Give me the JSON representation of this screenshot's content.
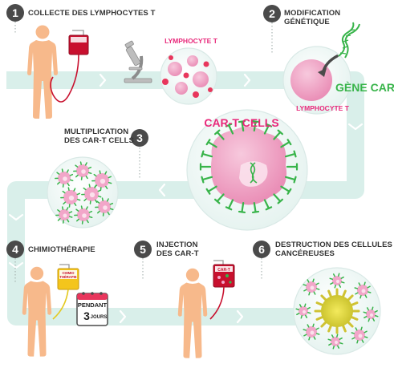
{
  "steps": [
    {
      "number": "1",
      "lines": [
        "COLLECTE DES LYMPHOCYTES T"
      ]
    },
    {
      "number": "2",
      "lines": [
        "MODIFICATION",
        "GÉNÉTIQUE"
      ]
    },
    {
      "number": "3",
      "lines": [
        "MULTIPLICATION",
        "DES CAR-T CELLS"
      ]
    },
    {
      "number": "4",
      "lines": [
        "CHIMIOTHÉRAPIE"
      ]
    },
    {
      "number": "5",
      "lines": [
        "INJECTION",
        "DES CAR-T"
      ]
    },
    {
      "number": "6",
      "lines": [
        "DESTRUCTION DES CELLULES",
        "CANCÉREUSES"
      ]
    }
  ],
  "labels": {
    "lymphocyte_t_1": "LYMPHOCYTE T",
    "gene_car": "GÈNE CAR",
    "lymphocyte_t_2": "LYMPHOCYTE T",
    "car_t_cells": "CAR-T CELLS",
    "chimio_bag": [
      "CHIMIO",
      "THÉRAPIE"
    ],
    "car_t_bag": "CAR-T",
    "calendar_line1": "PENDANT",
    "calendar_number": "3",
    "calendar_unit": "JOURS"
  },
  "colors": {
    "badge": "#4a4a4a",
    "flow": "#d9efea",
    "lymphocyte": "#f2a6c9",
    "lymphocyte_red": "#e8365c",
    "car_pink": "#e8287a",
    "gene_green": "#38b44a",
    "skin": "#f7b98b",
    "blood_red": "#c8102e",
    "chimio_yellow": "#f4c51c",
    "cancer_yellow": "#e4d33a"
  }
}
